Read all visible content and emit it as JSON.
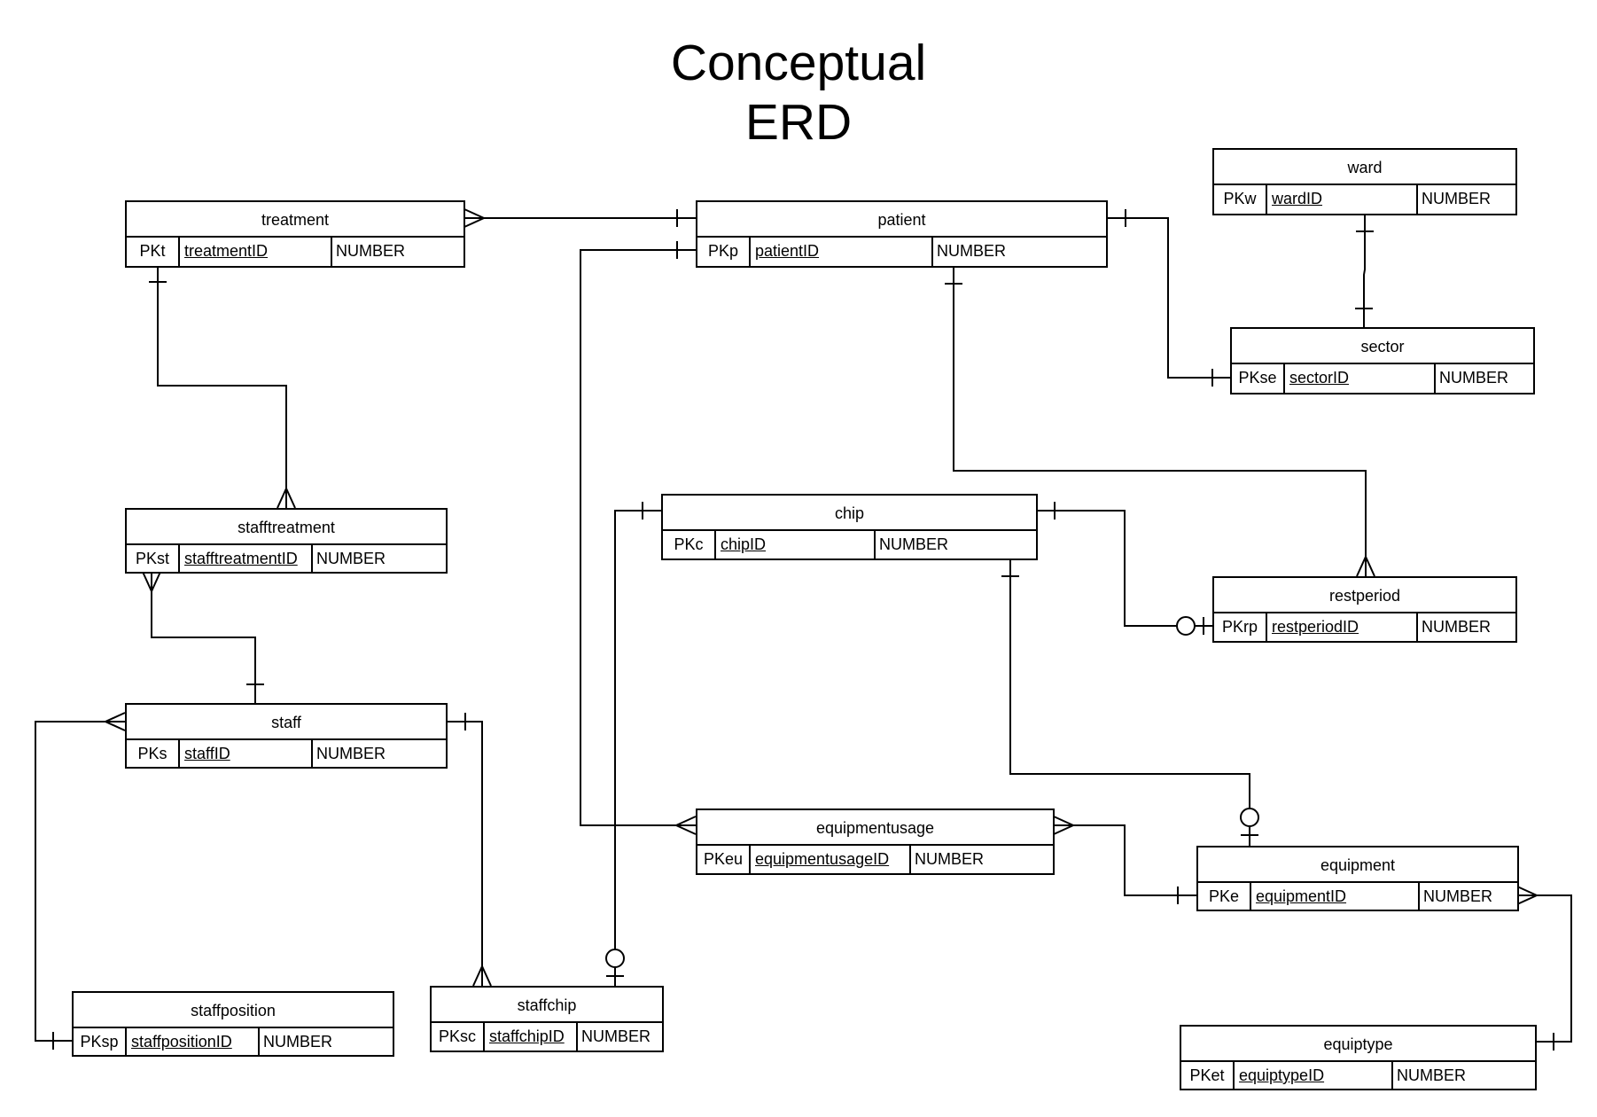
{
  "title": {
    "line1": "Conceptual",
    "line2": "ERD"
  },
  "entities": {
    "treatment": {
      "name": "treatment",
      "pk": "PKt",
      "attr": "treatmentID",
      "type": "NUMBER"
    },
    "patient": {
      "name": "patient",
      "pk": "PKp",
      "attr": "patientID",
      "type": "NUMBER"
    },
    "ward": {
      "name": "ward",
      "pk": "PKw",
      "attr": "wardID",
      "type": "NUMBER"
    },
    "sector": {
      "name": "sector",
      "pk": "PKse",
      "attr": "sectorID",
      "type": "NUMBER"
    },
    "stafftreatment": {
      "name": "stafftreatment",
      "pk": "PKst",
      "attr": "stafftreatmentID",
      "type": "NUMBER"
    },
    "chip": {
      "name": "chip",
      "pk": "PKc",
      "attr": "chipID",
      "type": "NUMBER"
    },
    "restperiod": {
      "name": "restperiod",
      "pk": "PKrp",
      "attr": "restperiodID",
      "type": "NUMBER"
    },
    "staff": {
      "name": "staff",
      "pk": "PKs",
      "attr": "staffID",
      "type": "NUMBER"
    },
    "equipmentusage": {
      "name": "equipmentusage",
      "pk": "PKeu",
      "attr": "equipmentusageID",
      "type": "NUMBER"
    },
    "equipment": {
      "name": "equipment",
      "pk": "PKe",
      "attr": "equipmentID",
      "type": "NUMBER"
    },
    "staffposition": {
      "name": "staffposition",
      "pk": "PKsp",
      "attr": "staffpositionID",
      "type": "NUMBER"
    },
    "staffchip": {
      "name": "staffchip",
      "pk": "PKsc",
      "attr": "staffchipID",
      "type": "NUMBER"
    },
    "equiptype": {
      "name": "equiptype",
      "pk": "PKet",
      "attr": "equiptypeID",
      "type": "NUMBER"
    }
  },
  "relationships": [
    {
      "from": "treatment",
      "to": "patient",
      "from_end": "many",
      "to_end": "one"
    },
    {
      "from": "patient",
      "to": "sector",
      "from_end": "one",
      "to_end": "one"
    },
    {
      "from": "ward",
      "to": "sector",
      "from_end": "one",
      "to_end": "one"
    },
    {
      "from": "treatment",
      "to": "stafftreatment",
      "from_end": "one",
      "to_end": "many"
    },
    {
      "from": "patient",
      "to": "restperiod",
      "from_end": "one",
      "to_end": "many"
    },
    {
      "from": "patient",
      "to": "equipmentusage",
      "from_end": "one",
      "to_end": "many"
    },
    {
      "from": "stafftreatment",
      "to": "staff",
      "from_end": "many",
      "to_end": "one"
    },
    {
      "from": "chip",
      "to": "restperiod",
      "from_end": "one",
      "to_end": "zero-one"
    },
    {
      "from": "chip",
      "to": "staffchip",
      "from_end": "one",
      "to_end": "zero-one"
    },
    {
      "from": "chip",
      "to": "equipment",
      "from_end": "one",
      "to_end": "zero-one"
    },
    {
      "from": "staff",
      "to": "staffposition",
      "from_end": "many",
      "to_end": "one"
    },
    {
      "from": "staff",
      "to": "staffchip",
      "from_end": "one",
      "to_end": "many"
    },
    {
      "from": "equipmentusage",
      "to": "equipment",
      "from_end": "many",
      "to_end": "one"
    },
    {
      "from": "equipment",
      "to": "equiptype",
      "from_end": "many",
      "to_end": "one"
    }
  ]
}
